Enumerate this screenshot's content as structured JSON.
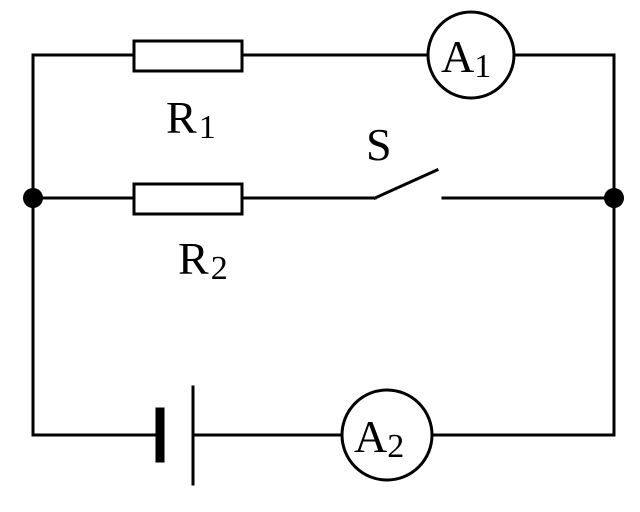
{
  "components": {
    "r1": {
      "letter": "R",
      "sub": "1"
    },
    "r2": {
      "letter": "R",
      "sub": "2"
    },
    "a1": {
      "letter": "A",
      "sub": "1"
    },
    "a2": {
      "letter": "A",
      "sub": "2"
    },
    "switch": {
      "letter": "S"
    }
  },
  "colors": {
    "line": "#000000",
    "background": "#ffffff"
  }
}
